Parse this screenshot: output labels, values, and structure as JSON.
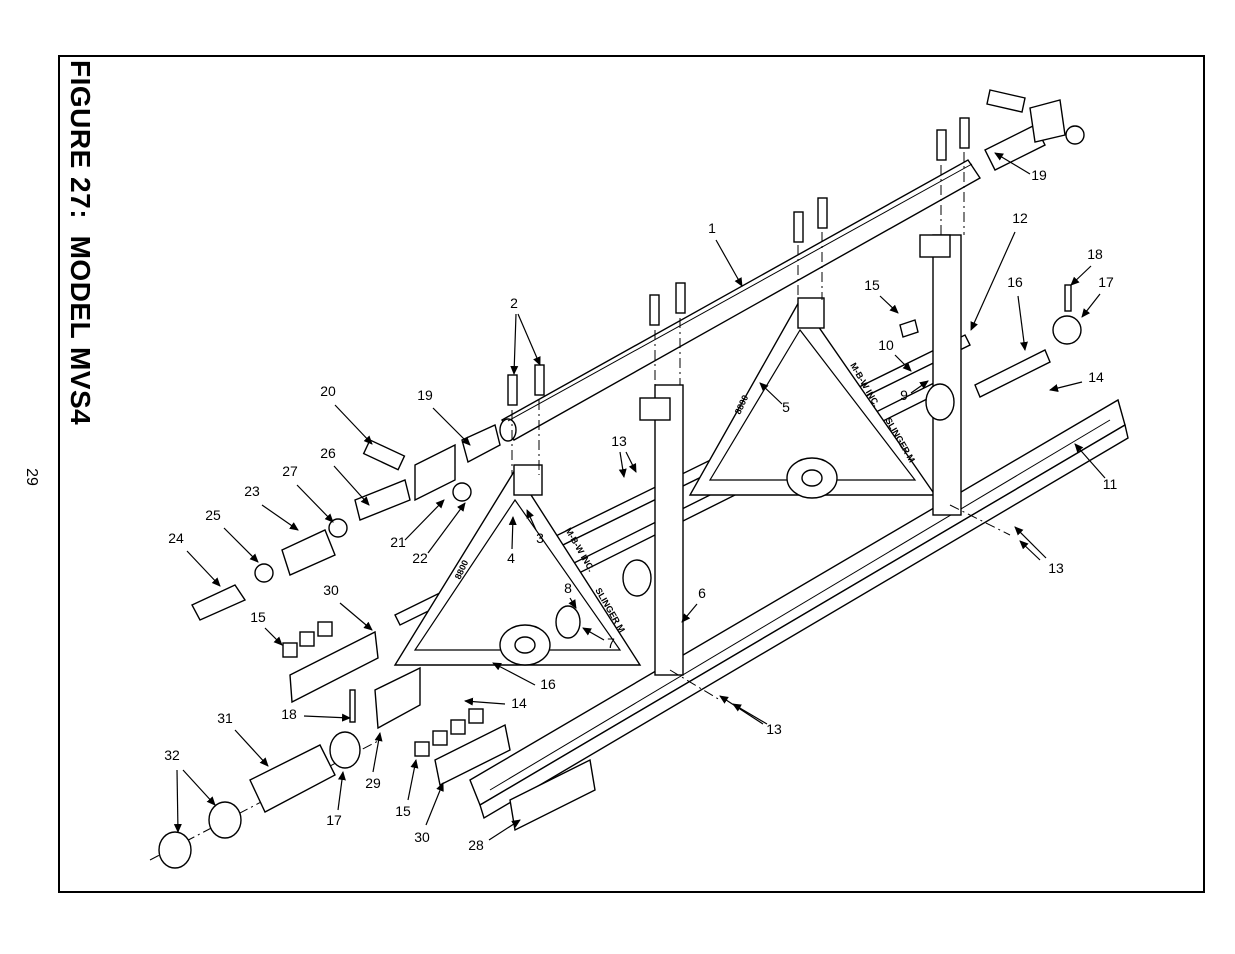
{
  "page": {
    "number": "29"
  },
  "figure": {
    "title": "FIGURE 27:  MODEL MVS4"
  },
  "stencils": {
    "model": "8800",
    "maker": "M-B-W INC.",
    "product": "SLINGER M"
  },
  "callouts": [
    "1",
    "2",
    "3",
    "4",
    "5",
    "6",
    "7",
    "8",
    "9",
    "10",
    "11",
    "12",
    "13",
    "13",
    "13",
    "13",
    "14",
    "14",
    "15",
    "15",
    "15",
    "16",
    "16",
    "17",
    "17",
    "18",
    "18",
    "19",
    "19",
    "20",
    "21",
    "22",
    "23",
    "24",
    "25",
    "26",
    "27",
    "28",
    "29",
    "30",
    "30",
    "31",
    "32"
  ]
}
